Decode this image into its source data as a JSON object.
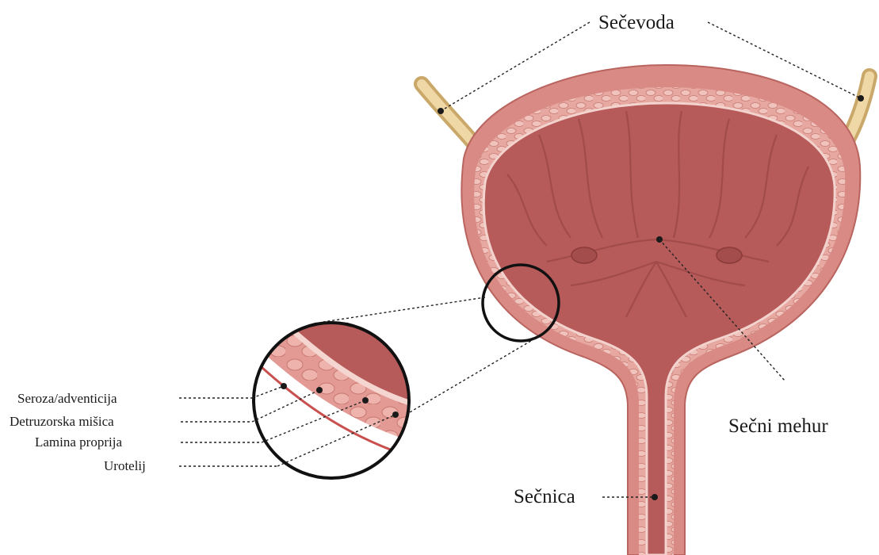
{
  "labels": {
    "ureters": "Sečevoda",
    "bladder": "Sečni mehur",
    "urethra": "Sečnica",
    "serosa": "Seroza/adventicija",
    "detrusor": "Detruzorska mišica",
    "lamina_propria": "Lamina proprija",
    "urothelium": "Urotelij"
  },
  "colors": {
    "outer_wall": "#d98a85",
    "wall_mid": "#e9b2aa",
    "interior": "#b65a5a",
    "interior_dark": "#9c4646",
    "ureter": "#e8cf97",
    "outline": "#1a1a1a"
  }
}
